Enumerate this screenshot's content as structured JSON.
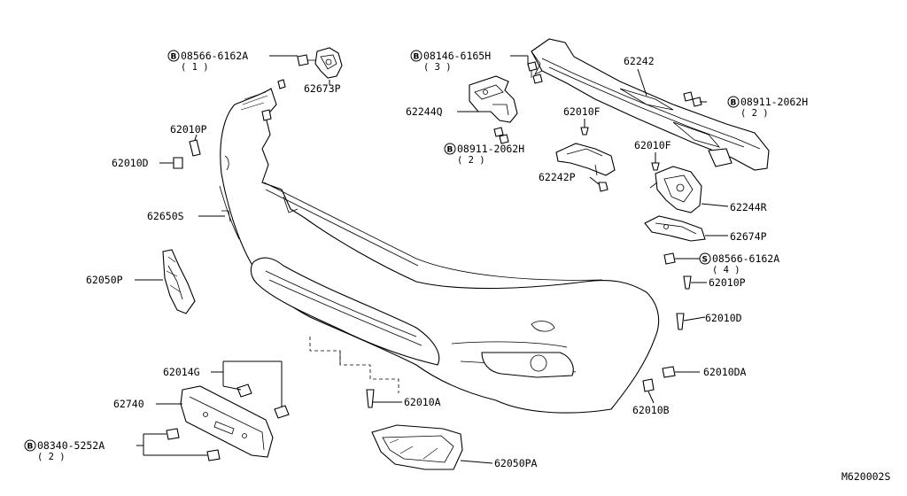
{
  "diagram_code": "M620002S",
  "callouts": [
    {
      "id": "c1",
      "text": "08566-6162A",
      "prefix": "B",
      "qty": "( 1 )"
    },
    {
      "id": "c2",
      "text": "62673P"
    },
    {
      "id": "c3",
      "text": "08146-6165H",
      "prefix": "B",
      "qty": "( 3 )"
    },
    {
      "id": "c4",
      "text": "62242"
    },
    {
      "id": "c5",
      "text": "62244Q"
    },
    {
      "id": "c6",
      "text": "62010F"
    },
    {
      "id": "c7",
      "text": "08911-2062H",
      "prefix": "B",
      "qty": "( 2 )"
    },
    {
      "id": "c8",
      "text": "08911-2062H",
      "prefix": "B",
      "qty": "( 2 )"
    },
    {
      "id": "c9",
      "text": "62010P"
    },
    {
      "id": "c10",
      "text": "62010D"
    },
    {
      "id": "c11",
      "text": "62242P"
    },
    {
      "id": "c12",
      "text": "62010F"
    },
    {
      "id": "c13",
      "text": "62650S"
    },
    {
      "id": "c14",
      "text": "62244R"
    },
    {
      "id": "c15",
      "text": "62674P"
    },
    {
      "id": "c16",
      "text": "08566-6162A",
      "prefix": "S",
      "qty": "( 4 )"
    },
    {
      "id": "c17",
      "text": "62050P"
    },
    {
      "id": "c18",
      "text": "62010P"
    },
    {
      "id": "c19",
      "text": "62010D"
    },
    {
      "id": "c20",
      "text": "62014G"
    },
    {
      "id": "c21",
      "text": "62010DA"
    },
    {
      "id": "c22",
      "text": "62740"
    },
    {
      "id": "c23",
      "text": "62010A"
    },
    {
      "id": "c24",
      "text": "62010B"
    },
    {
      "id": "c25",
      "text": "08340-5252A",
      "prefix": "B",
      "qty": "( 2 )"
    },
    {
      "id": "c26",
      "text": "62050PA"
    }
  ]
}
